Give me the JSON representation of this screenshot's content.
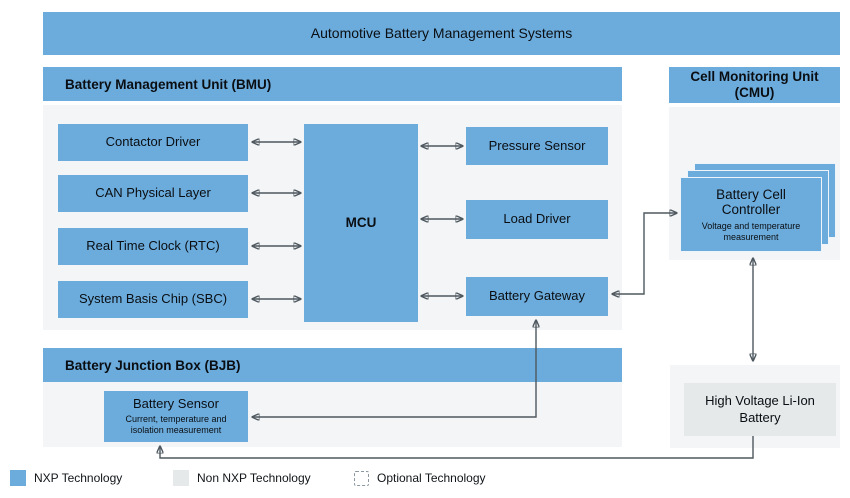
{
  "banner": {
    "title": "Automotive Battery Management Systems"
  },
  "bmu": {
    "header": "Battery Management Unit (BMU)",
    "left_modules": [
      "Contactor Driver",
      "CAN Physical Layer",
      "Real Time Clock (RTC)",
      "System Basis Chip (SBC)"
    ],
    "mcu_label": "MCU",
    "right_modules": [
      "Pressure Sensor",
      "Load Driver",
      "Battery Gateway"
    ]
  },
  "cmu": {
    "header": "Cell Monitoring Unit (CMU)",
    "battery_cell_controller": {
      "title": "Battery Cell Controller",
      "subtitle": "Voltage and temperature measurement"
    }
  },
  "bjb": {
    "header": "Battery Junction Box (BJB)",
    "battery_sensor": {
      "title": "Battery Sensor",
      "subtitle": "Current, temperature and isolation measurement"
    }
  },
  "hv_battery": {
    "label": "High Voltage Li-Ion Battery"
  },
  "legend": {
    "items": [
      {
        "label": "NXP Technology"
      },
      {
        "label": "Non NXP Technology"
      },
      {
        "label": "Optional Technology"
      }
    ]
  },
  "colors": {
    "nxp_blue": "#6cacdd",
    "non_nxp_gray": "#e5e9ea",
    "panel_background": "#f3f5f6",
    "connector": "#4e585f"
  }
}
